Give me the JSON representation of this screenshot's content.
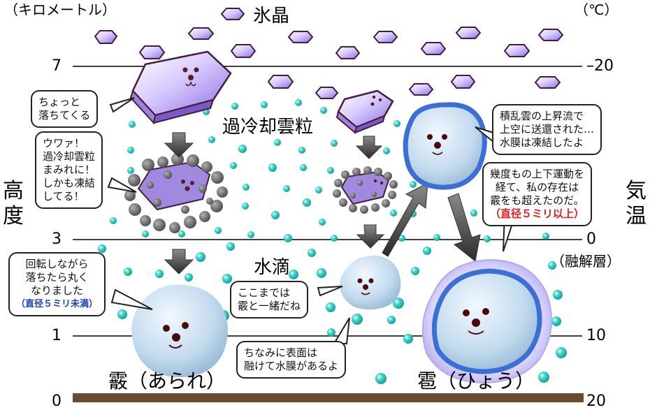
{
  "left_axis": {
    "unit": "（キロメートル）",
    "title": "高度",
    "ticks": {
      "t7": "7",
      "t3": "3",
      "t1": "1",
      "t0": "0"
    }
  },
  "right_axis": {
    "unit": "（℃）",
    "title": "気温",
    "ticks": {
      "t7": "–20",
      "t3": "0",
      "t1": "10",
      "t0": "20"
    },
    "melt_layer": "（融解層）"
  },
  "labels": {
    "ice_crystal": "氷晶",
    "supercooled": "過冷却雲粒",
    "water_drop": "水滴",
    "graupel": "霰（あられ）",
    "hail": "雹（ひょう）"
  },
  "bubbles": {
    "falling": [
      "ちょっと",
      "落ちてくる"
    ],
    "covered": [
      "ウワァ！",
      "過冷却雲粒",
      "まみれに！",
      "しかも凍結",
      "してる！"
    ],
    "rolling": [
      "回転しながら",
      "落ちたら丸く",
      "なりました"
    ],
    "rolling_note": "（直径５ミリ未満）",
    "same": [
      "ここまでは",
      "霰と一緒だね"
    ],
    "film": [
      "ちなみに表面は",
      "融けて水膜があるよ"
    ],
    "updraft": [
      "積乱雲の上昇流で",
      "上空に送還された…",
      "水膜は凍結したよ"
    ],
    "repeat": [
      "幾度もの上下運動を",
      "経て、私の存在は",
      "霰をも超えたのだ。"
    ],
    "repeat_note": "（直径５ミリ以上）"
  },
  "colors": {
    "crystal": "#b9a6f0",
    "crystal_edge": "#4a1a3a",
    "droplet": "#3cd3c8",
    "graupel_body": "#b8d2e8",
    "hail_ring": "#3a6fd6",
    "hail_halo": "#c8c0f0",
    "ground": "#6b4a2e",
    "note_blue": "#1a3fb5",
    "note_red": "#e01b1b"
  }
}
